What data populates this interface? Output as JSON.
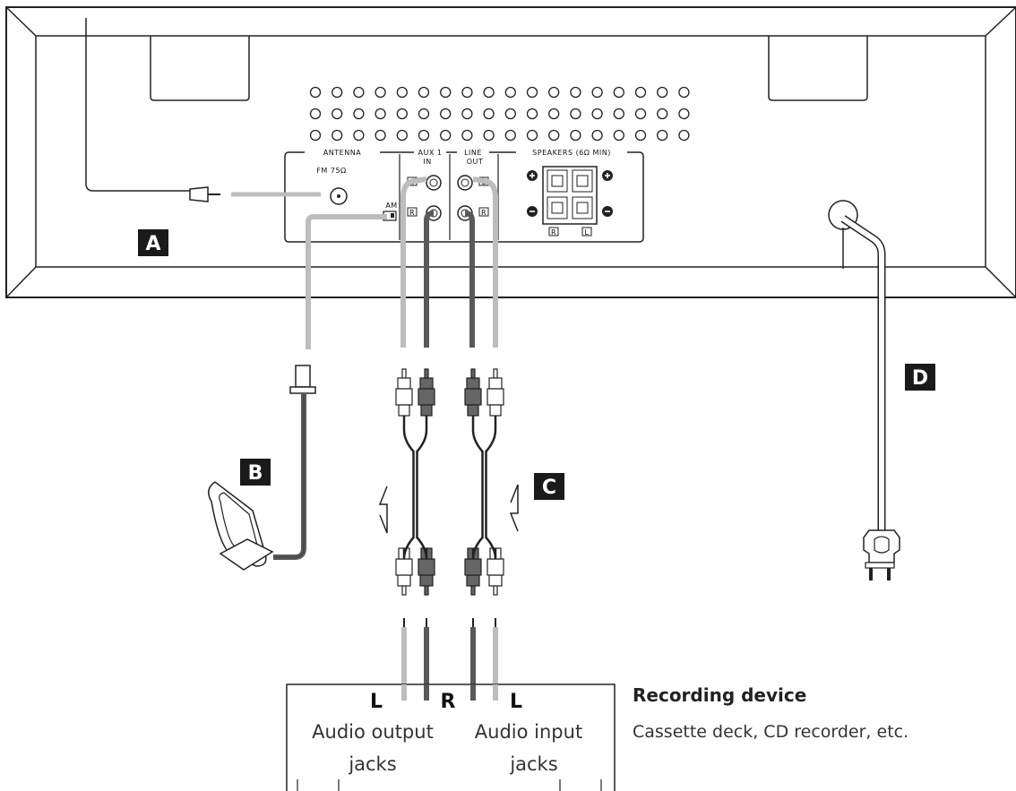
{
  "panel": {
    "antenna_label": "ANTENNA",
    "fm_label": "FM 75Ω",
    "am_label": "AM",
    "aux_label": "AUX 1",
    "aux_in_label": "IN",
    "line_label": "LINE",
    "line_out_label": "OUT",
    "speakers_label": "SPEAKERS (6Ω MIN)",
    "jack_l": "L",
    "jack_r": "R"
  },
  "markers": {
    "a": "A",
    "b": "B",
    "c": "C",
    "d": "D"
  },
  "device": {
    "left_channel": "L",
    "right_channel": "R",
    "left_channel_2": "L",
    "output_line1": "Audio output",
    "output_line2": "jacks",
    "input_line1": "Audio input",
    "input_line2": "jacks",
    "title": "Recording device",
    "subtitle": "Cassette deck, CD recorder, etc."
  },
  "colors": {
    "light_cable": "#bdbdbd",
    "dark_cable": "#595959",
    "outline": "#222222",
    "marker_bg": "#1a1a1a"
  }
}
